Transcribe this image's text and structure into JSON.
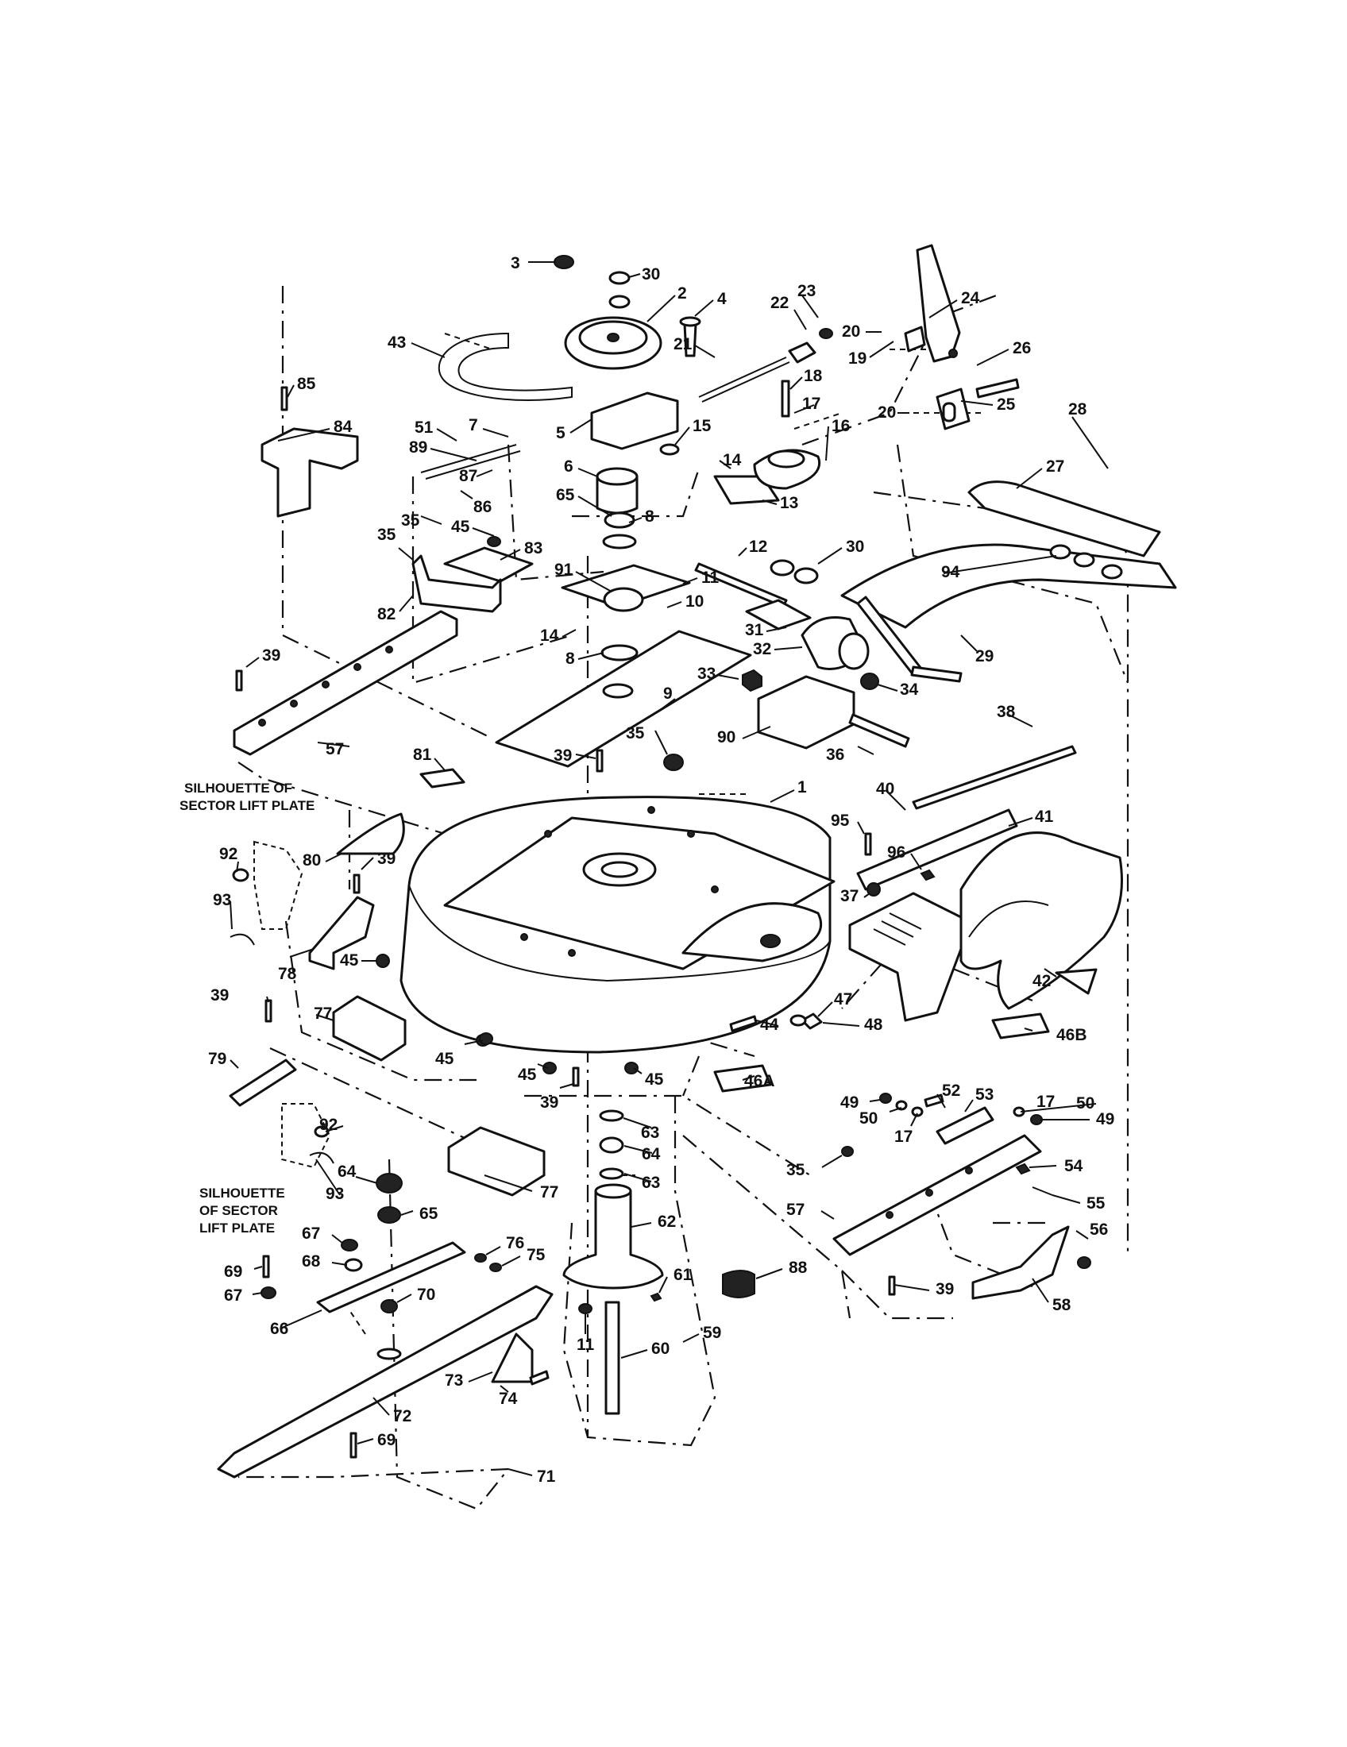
{
  "diagram": {
    "silhouette_note_upper": [
      "SILHOUETTE OF",
      "SECTOR LIFT PLATE"
    ],
    "silhouette_note_lower": [
      "SILHOUETTE",
      "OF SECTOR",
      "LIFT PLATE"
    ],
    "callouts": [
      {
        "id": "c3",
        "label": "3"
      },
      {
        "id": "c30a",
        "label": "30"
      },
      {
        "id": "c2",
        "label": "2"
      },
      {
        "id": "c4",
        "label": "4"
      },
      {
        "id": "c22",
        "label": "22"
      },
      {
        "id": "c23",
        "label": "23"
      },
      {
        "id": "c24",
        "label": "24"
      },
      {
        "id": "c20a",
        "label": "20"
      },
      {
        "id": "c19",
        "label": "19"
      },
      {
        "id": "c43",
        "label": "43"
      },
      {
        "id": "c21",
        "label": "21"
      },
      {
        "id": "c26",
        "label": "26"
      },
      {
        "id": "c85",
        "label": "85"
      },
      {
        "id": "c18",
        "label": "18"
      },
      {
        "id": "c20b",
        "label": "20"
      },
      {
        "id": "c25",
        "label": "25"
      },
      {
        "id": "c84",
        "label": "84"
      },
      {
        "id": "c5",
        "label": "5"
      },
      {
        "id": "c17a",
        "label": "17"
      },
      {
        "id": "c16",
        "label": "16"
      },
      {
        "id": "c28",
        "label": "28"
      },
      {
        "id": "c51",
        "label": "51"
      },
      {
        "id": "c7",
        "label": "7"
      },
      {
        "id": "c15",
        "label": "15"
      },
      {
        "id": "c89",
        "label": "89"
      },
      {
        "id": "c6",
        "label": "6"
      },
      {
        "id": "c14a",
        "label": "14"
      },
      {
        "id": "c27",
        "label": "27"
      },
      {
        "id": "c87",
        "label": "87"
      },
      {
        "id": "c65a",
        "label": "65"
      },
      {
        "id": "c86",
        "label": "86"
      },
      {
        "id": "c13",
        "label": "13"
      },
      {
        "id": "c8a",
        "label": "8"
      },
      {
        "id": "c35a",
        "label": "35"
      },
      {
        "id": "c45a",
        "label": "45"
      },
      {
        "id": "c35b",
        "label": "35"
      },
      {
        "id": "c83",
        "label": "83"
      },
      {
        "id": "c12",
        "label": "12"
      },
      {
        "id": "c30b",
        "label": "30"
      },
      {
        "id": "c91",
        "label": "91"
      },
      {
        "id": "c11a",
        "label": "11"
      },
      {
        "id": "c94",
        "label": "94"
      },
      {
        "id": "c10",
        "label": "10"
      },
      {
        "id": "c82",
        "label": "82"
      },
      {
        "id": "c14b",
        "label": "14"
      },
      {
        "id": "c31",
        "label": "31"
      },
      {
        "id": "c32",
        "label": "32"
      },
      {
        "id": "c29",
        "label": "29"
      },
      {
        "id": "c39a",
        "label": "39"
      },
      {
        "id": "c8b",
        "label": "8"
      },
      {
        "id": "c33",
        "label": "33"
      },
      {
        "id": "c34",
        "label": "34"
      },
      {
        "id": "c9",
        "label": "9"
      },
      {
        "id": "c38",
        "label": "38"
      },
      {
        "id": "c57a",
        "label": "57"
      },
      {
        "id": "c35c",
        "label": "35"
      },
      {
        "id": "c90",
        "label": "90"
      },
      {
        "id": "c81",
        "label": "81"
      },
      {
        "id": "c39b",
        "label": "39"
      },
      {
        "id": "c36",
        "label": "36"
      },
      {
        "id": "c1",
        "label": "1"
      },
      {
        "id": "c40",
        "label": "40"
      },
      {
        "id": "c95",
        "label": "95"
      },
      {
        "id": "c41",
        "label": "41"
      },
      {
        "id": "c92a",
        "label": "92"
      },
      {
        "id": "c80",
        "label": "80"
      },
      {
        "id": "c39c",
        "label": "39"
      },
      {
        "id": "c96",
        "label": "96"
      },
      {
        "id": "c93a",
        "label": "93"
      },
      {
        "id": "c37",
        "label": "37"
      },
      {
        "id": "c45b",
        "label": "45"
      },
      {
        "id": "c78",
        "label": "78"
      },
      {
        "id": "c42",
        "label": "42"
      },
      {
        "id": "c39d",
        "label": "39"
      },
      {
        "id": "c47",
        "label": "47"
      },
      {
        "id": "c77a",
        "label": "77"
      },
      {
        "id": "c44",
        "label": "44"
      },
      {
        "id": "c48",
        "label": "48"
      },
      {
        "id": "c46b",
        "label": "46B"
      },
      {
        "id": "c79",
        "label": "79"
      },
      {
        "id": "c45c",
        "label": "45"
      },
      {
        "id": "c45d",
        "label": "45"
      },
      {
        "id": "c45e",
        "label": "45"
      },
      {
        "id": "c46a",
        "label": "46A"
      },
      {
        "id": "c39e",
        "label": "39"
      },
      {
        "id": "c52",
        "label": "52"
      },
      {
        "id": "c53",
        "label": "53"
      },
      {
        "id": "c49a",
        "label": "49"
      },
      {
        "id": "c92b",
        "label": "92"
      },
      {
        "id": "c50a",
        "label": "50"
      },
      {
        "id": "c63a",
        "label": "63"
      },
      {
        "id": "c17b",
        "label": "17"
      },
      {
        "id": "c17c",
        "label": "17"
      },
      {
        "id": "c50b",
        "label": "50"
      },
      {
        "id": "c49b",
        "label": "49"
      },
      {
        "id": "c64a",
        "label": "64"
      },
      {
        "id": "c64b",
        "label": "64"
      },
      {
        "id": "c35d",
        "label": "35"
      },
      {
        "id": "c54",
        "label": "54"
      },
      {
        "id": "c77b",
        "label": "77"
      },
      {
        "id": "c93b",
        "label": "93"
      },
      {
        "id": "c63b",
        "label": "63"
      },
      {
        "id": "c65b",
        "label": "65"
      },
      {
        "id": "c57b",
        "label": "57"
      },
      {
        "id": "c55",
        "label": "55"
      },
      {
        "id": "c67a",
        "label": "67"
      },
      {
        "id": "c62",
        "label": "62"
      },
      {
        "id": "c76",
        "label": "76"
      },
      {
        "id": "c56",
        "label": "56"
      },
      {
        "id": "c68",
        "label": "68"
      },
      {
        "id": "c75",
        "label": "75"
      },
      {
        "id": "c88",
        "label": "88"
      },
      {
        "id": "c69a",
        "label": "69"
      },
      {
        "id": "c61",
        "label": "61"
      },
      {
        "id": "c39f",
        "label": "39"
      },
      {
        "id": "c70",
        "label": "70"
      },
      {
        "id": "c58",
        "label": "58"
      },
      {
        "id": "c67b",
        "label": "67"
      },
      {
        "id": "c66",
        "label": "66"
      },
      {
        "id": "c59",
        "label": "59"
      },
      {
        "id": "c11b",
        "label": "11"
      },
      {
        "id": "c60",
        "label": "60"
      },
      {
        "id": "c73",
        "label": "73"
      },
      {
        "id": "c74",
        "label": "74"
      },
      {
        "id": "c72",
        "label": "72"
      },
      {
        "id": "c69b",
        "label": "69"
      },
      {
        "id": "c71",
        "label": "71"
      }
    ]
  }
}
